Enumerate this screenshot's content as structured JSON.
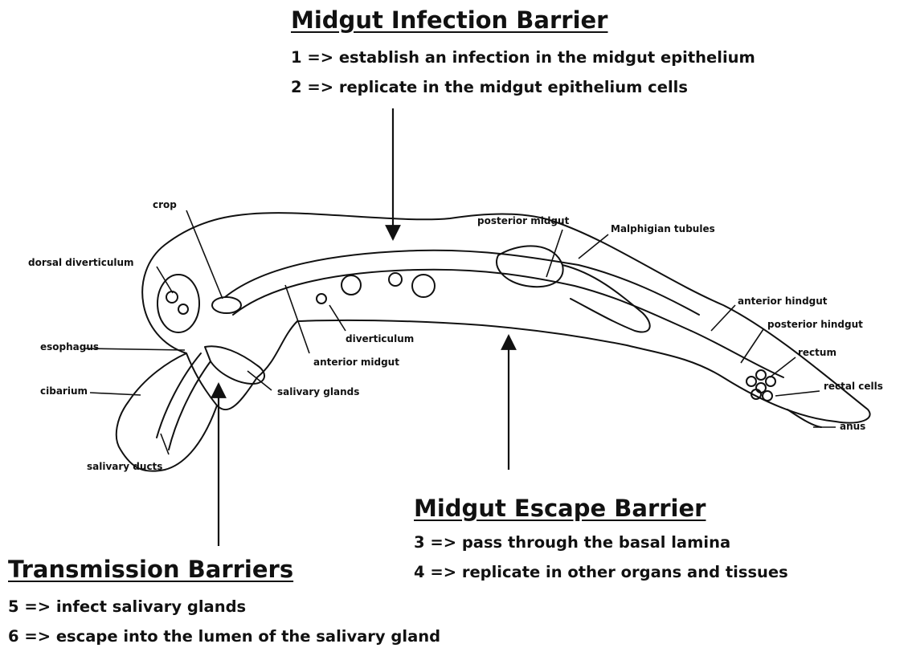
{
  "midgut_infection": {
    "title": "Midgut Infection Barrier",
    "steps": [
      "1 => establish an infection in the midgut epithelium",
      "2 => replicate in the midgut epithelium cells"
    ]
  },
  "midgut_escape": {
    "title": "Midgut Escape Barrier",
    "steps": [
      "3 => pass through the basal lamina",
      "4 => replicate in other organs and tissues"
    ]
  },
  "transmission": {
    "title": "Transmission Barriers",
    "steps": [
      "5 => infect salivary glands",
      "6 => escape into the lumen of the salivary gland"
    ]
  },
  "anatomy_labels": {
    "crop": "crop",
    "dorsal_diverticulum": "dorsal diverticulum",
    "esophagus": "esophagus",
    "cibarium": "cibarium",
    "salivary_ducts": "salivary ducts",
    "salivary_glands": "salivary glands",
    "diverticulum": "diverticulum",
    "anterior_midgut": "anterior midgut",
    "posterior_midgut": "posterior midgut",
    "malpighian_tubules": "Malphigian tubules",
    "anterior_hindgut": "anterior hindgut",
    "posterior_hindgut": "posterior hindgut",
    "rectum": "rectum",
    "rectal_cells": "rectal cells",
    "anus": "anus"
  }
}
